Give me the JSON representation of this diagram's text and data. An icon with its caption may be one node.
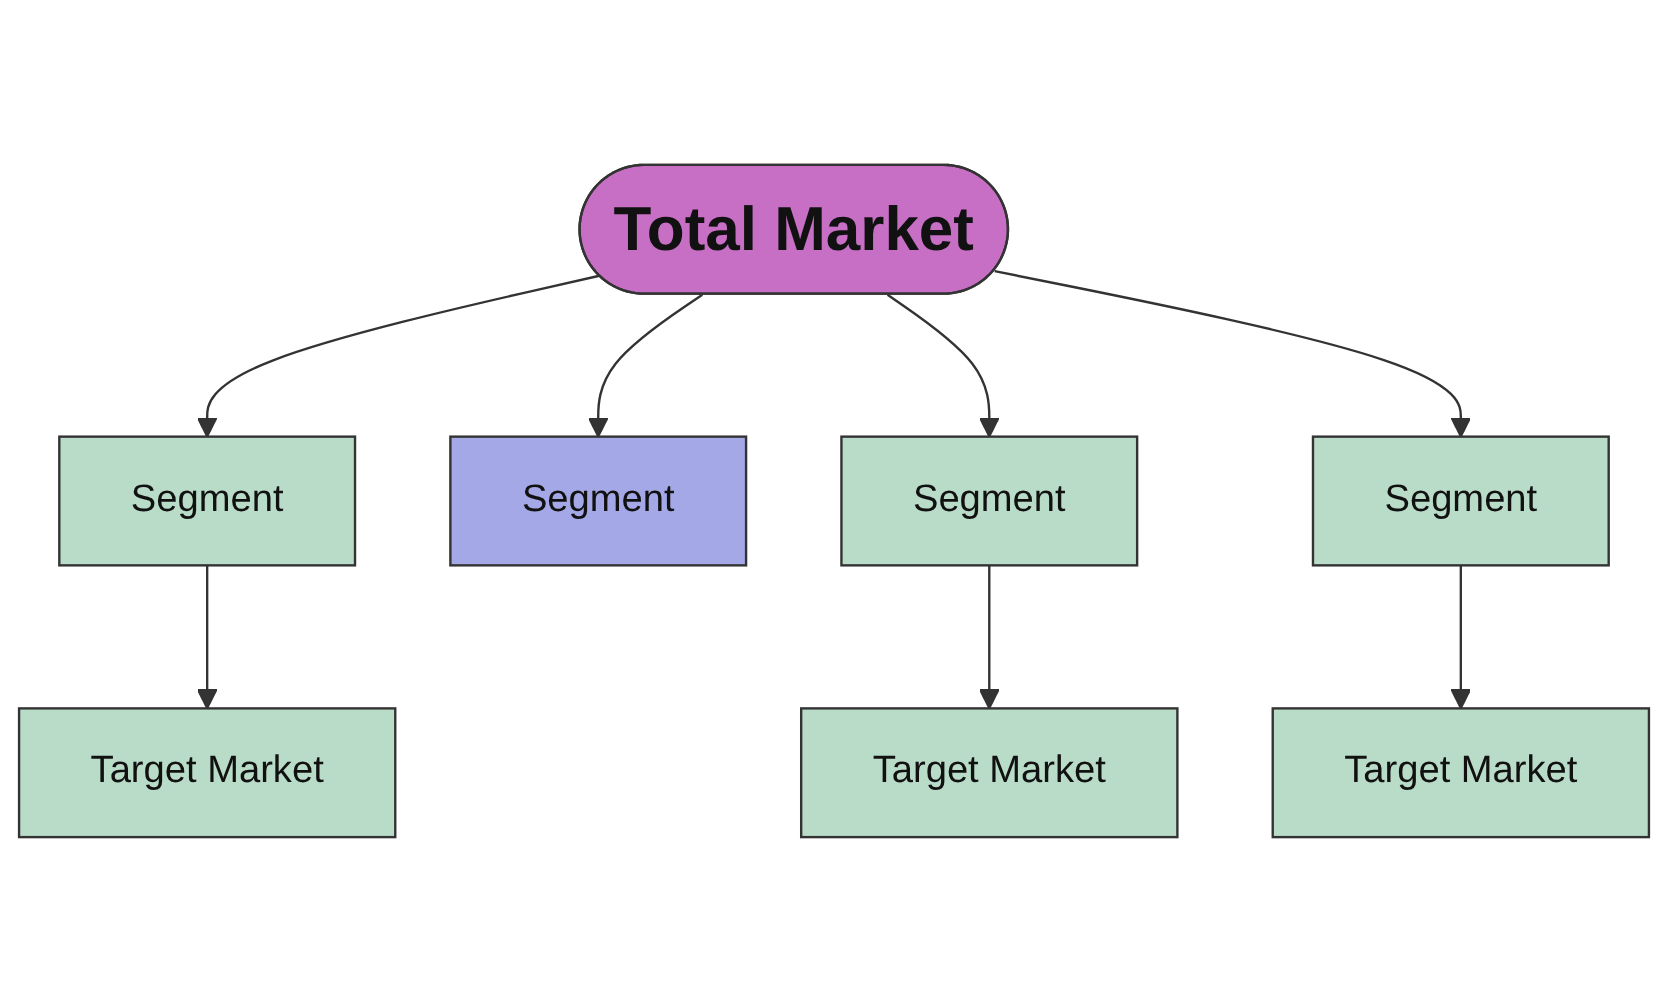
{
  "diagram": {
    "nodes": [
      {
        "text": [
          "Total Market"
        ]
      },
      {
        "text": [
          "Segment"
        ]
      },
      {
        "text": [
          "Segment"
        ]
      },
      {
        "text": [
          "Segment"
        ]
      },
      {
        "text": [
          "Segment"
        ]
      },
      {
        "text": [
          "Target Market"
        ]
      },
      {
        "text": [
          "Target Market"
        ]
      },
      {
        "text": [
          "Target Market"
        ]
      }
    ],
    "edges": [
      {
        "from": 0,
        "to": 1,
        "arrow": "to"
      },
      {
        "from": 0,
        "to": 2,
        "arrow": "to"
      },
      {
        "from": 0,
        "to": 3,
        "arrow": "to"
      },
      {
        "from": 0,
        "to": 4,
        "arrow": "to"
      },
      {
        "from": 1,
        "to": 5,
        "arrow": "to"
      },
      {
        "from": 3,
        "to": 6,
        "arrow": "to"
      },
      {
        "from": 4,
        "to": 7,
        "arrow": "to"
      }
    ]
  }
}
